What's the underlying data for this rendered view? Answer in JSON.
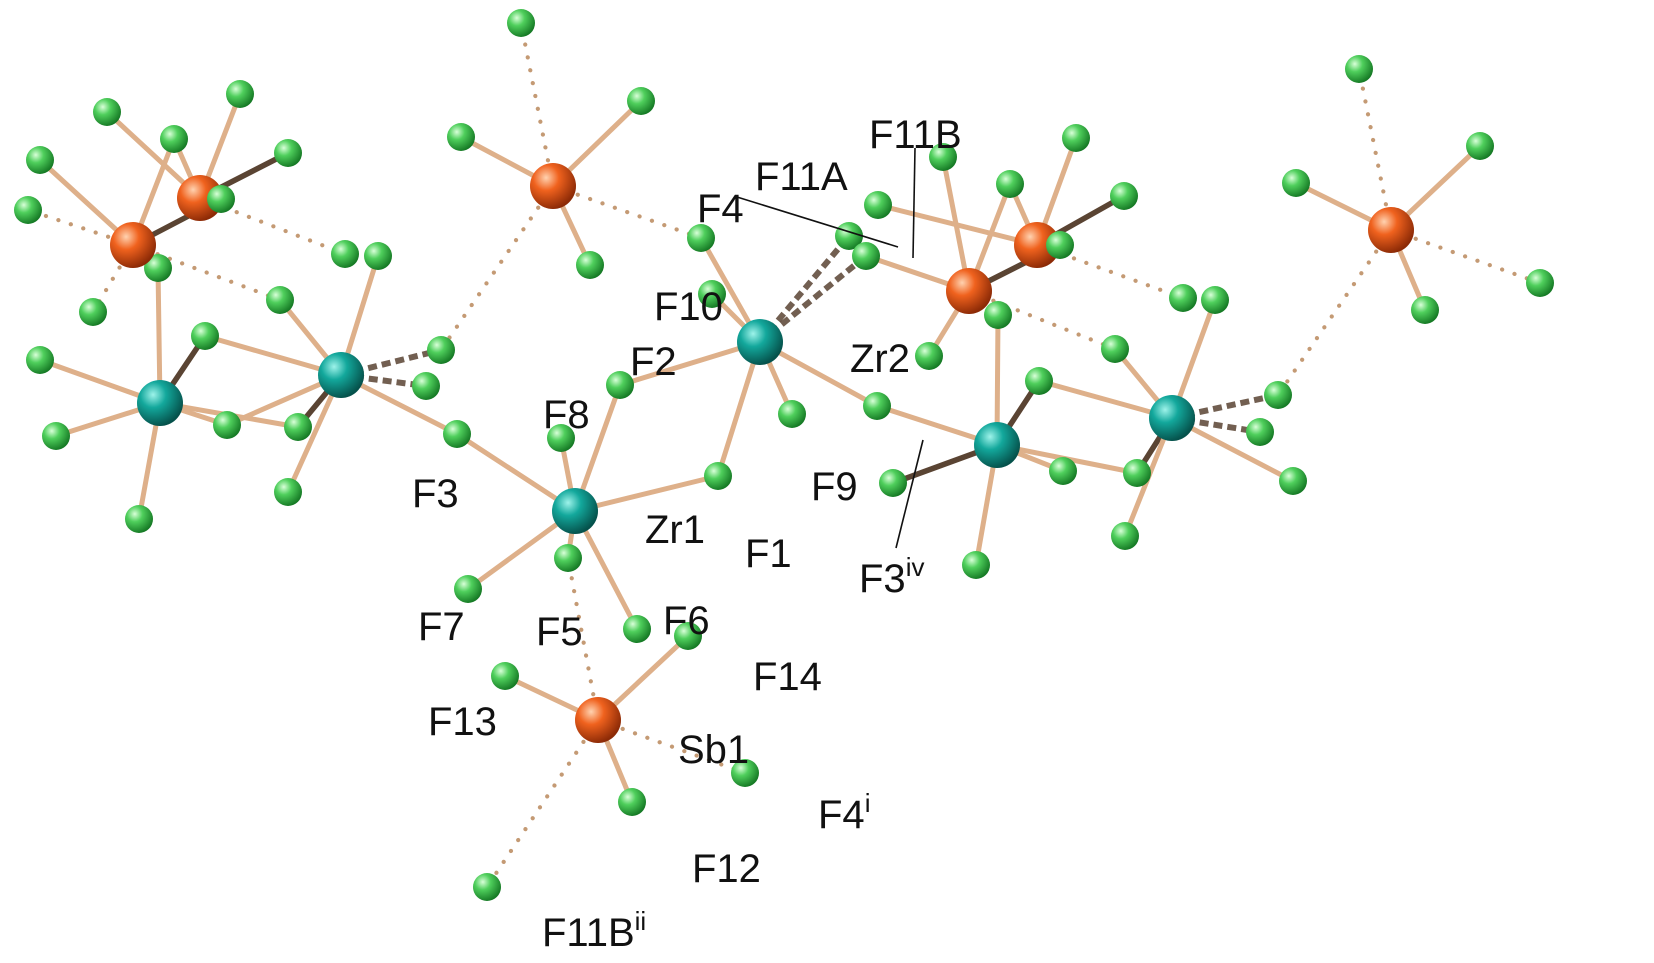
{
  "figure": {
    "atom_colors": {
      "Zr": "#0f8f86",
      "Sb": "#e0501c",
      "F": "#3ab54a",
      "bond": "#deb08a",
      "bond_dark": "#5a4433",
      "contact": "#c49a74"
    },
    "atom_types": {
      "Zr": "zirconium",
      "Sb": "antimony",
      "F": "fluorine"
    },
    "labels": {
      "zr1": "Zr1",
      "zr2": "Zr2",
      "sb1": "Sb1",
      "f1": "F1",
      "f2": "F2",
      "f3": "F3",
      "f4": "F4",
      "f5": "F5",
      "f6": "F6",
      "f7": "F7",
      "f8": "F8",
      "f9": "F9",
      "f10": "F10",
      "f11a": "F11A",
      "f11b": "F11B",
      "f12": "F12",
      "f13": "F13",
      "f14": "F14",
      "f3iv": {
        "base": "F3",
        "sup": "iv"
      },
      "f4i": {
        "base": "F4",
        "sup": "i"
      },
      "f11bii": {
        "base": "F11B",
        "sup": "ii"
      }
    }
  }
}
